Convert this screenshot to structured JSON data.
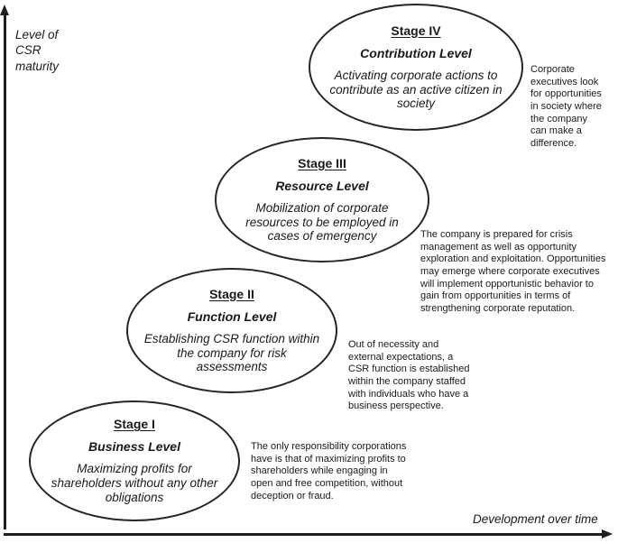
{
  "axes": {
    "y_label": "Level of\nCSR\nmaturity",
    "x_label": "Development over time"
  },
  "stages": [
    {
      "title": "Stage I",
      "level": "Business Level",
      "description": "Maximizing profits for\nshareholders without any other\nobligations",
      "annotation": "The only responsibility corporations\nhave is that of maximizing profits to\nshareholders while engaging in\nopen and free competition, without\ndeception or fraud."
    },
    {
      "title": "Stage II",
      "level": "Function Level",
      "description": "Establishing CSR function within\nthe company for risk\nassessments",
      "annotation": "Out of necessity and\nexternal expectations, a\nCSR function is established\nwithin the company staffed\nwith individuals who have a\nbusiness perspective."
    },
    {
      "title": "Stage III",
      "level": "Resource Level",
      "description": "Mobilization of corporate\nresources to be employed in\ncases of emergency",
      "annotation": "The company is prepared for crisis\nmanagement as well as opportunity\nexploration and exploitation. Opportunities\nmay emerge where corporate executives\nwill implement opportunistic behavior to\ngain from opportunities in terms of\nstrengthening corporate reputation."
    },
    {
      "title": "Stage IV",
      "level": "Contribution Level",
      "description": "Activating corporate actions to\ncontribute as an active citizen in\nsociety",
      "annotation": "Corporate\nexecutives look\nfor opportunities\nin society where\nthe company\ncan make a\ndifference."
    }
  ],
  "colors": {
    "ink": "#1a1a1a",
    "ellipse_border": "#262626",
    "background": "#ffffff"
  }
}
